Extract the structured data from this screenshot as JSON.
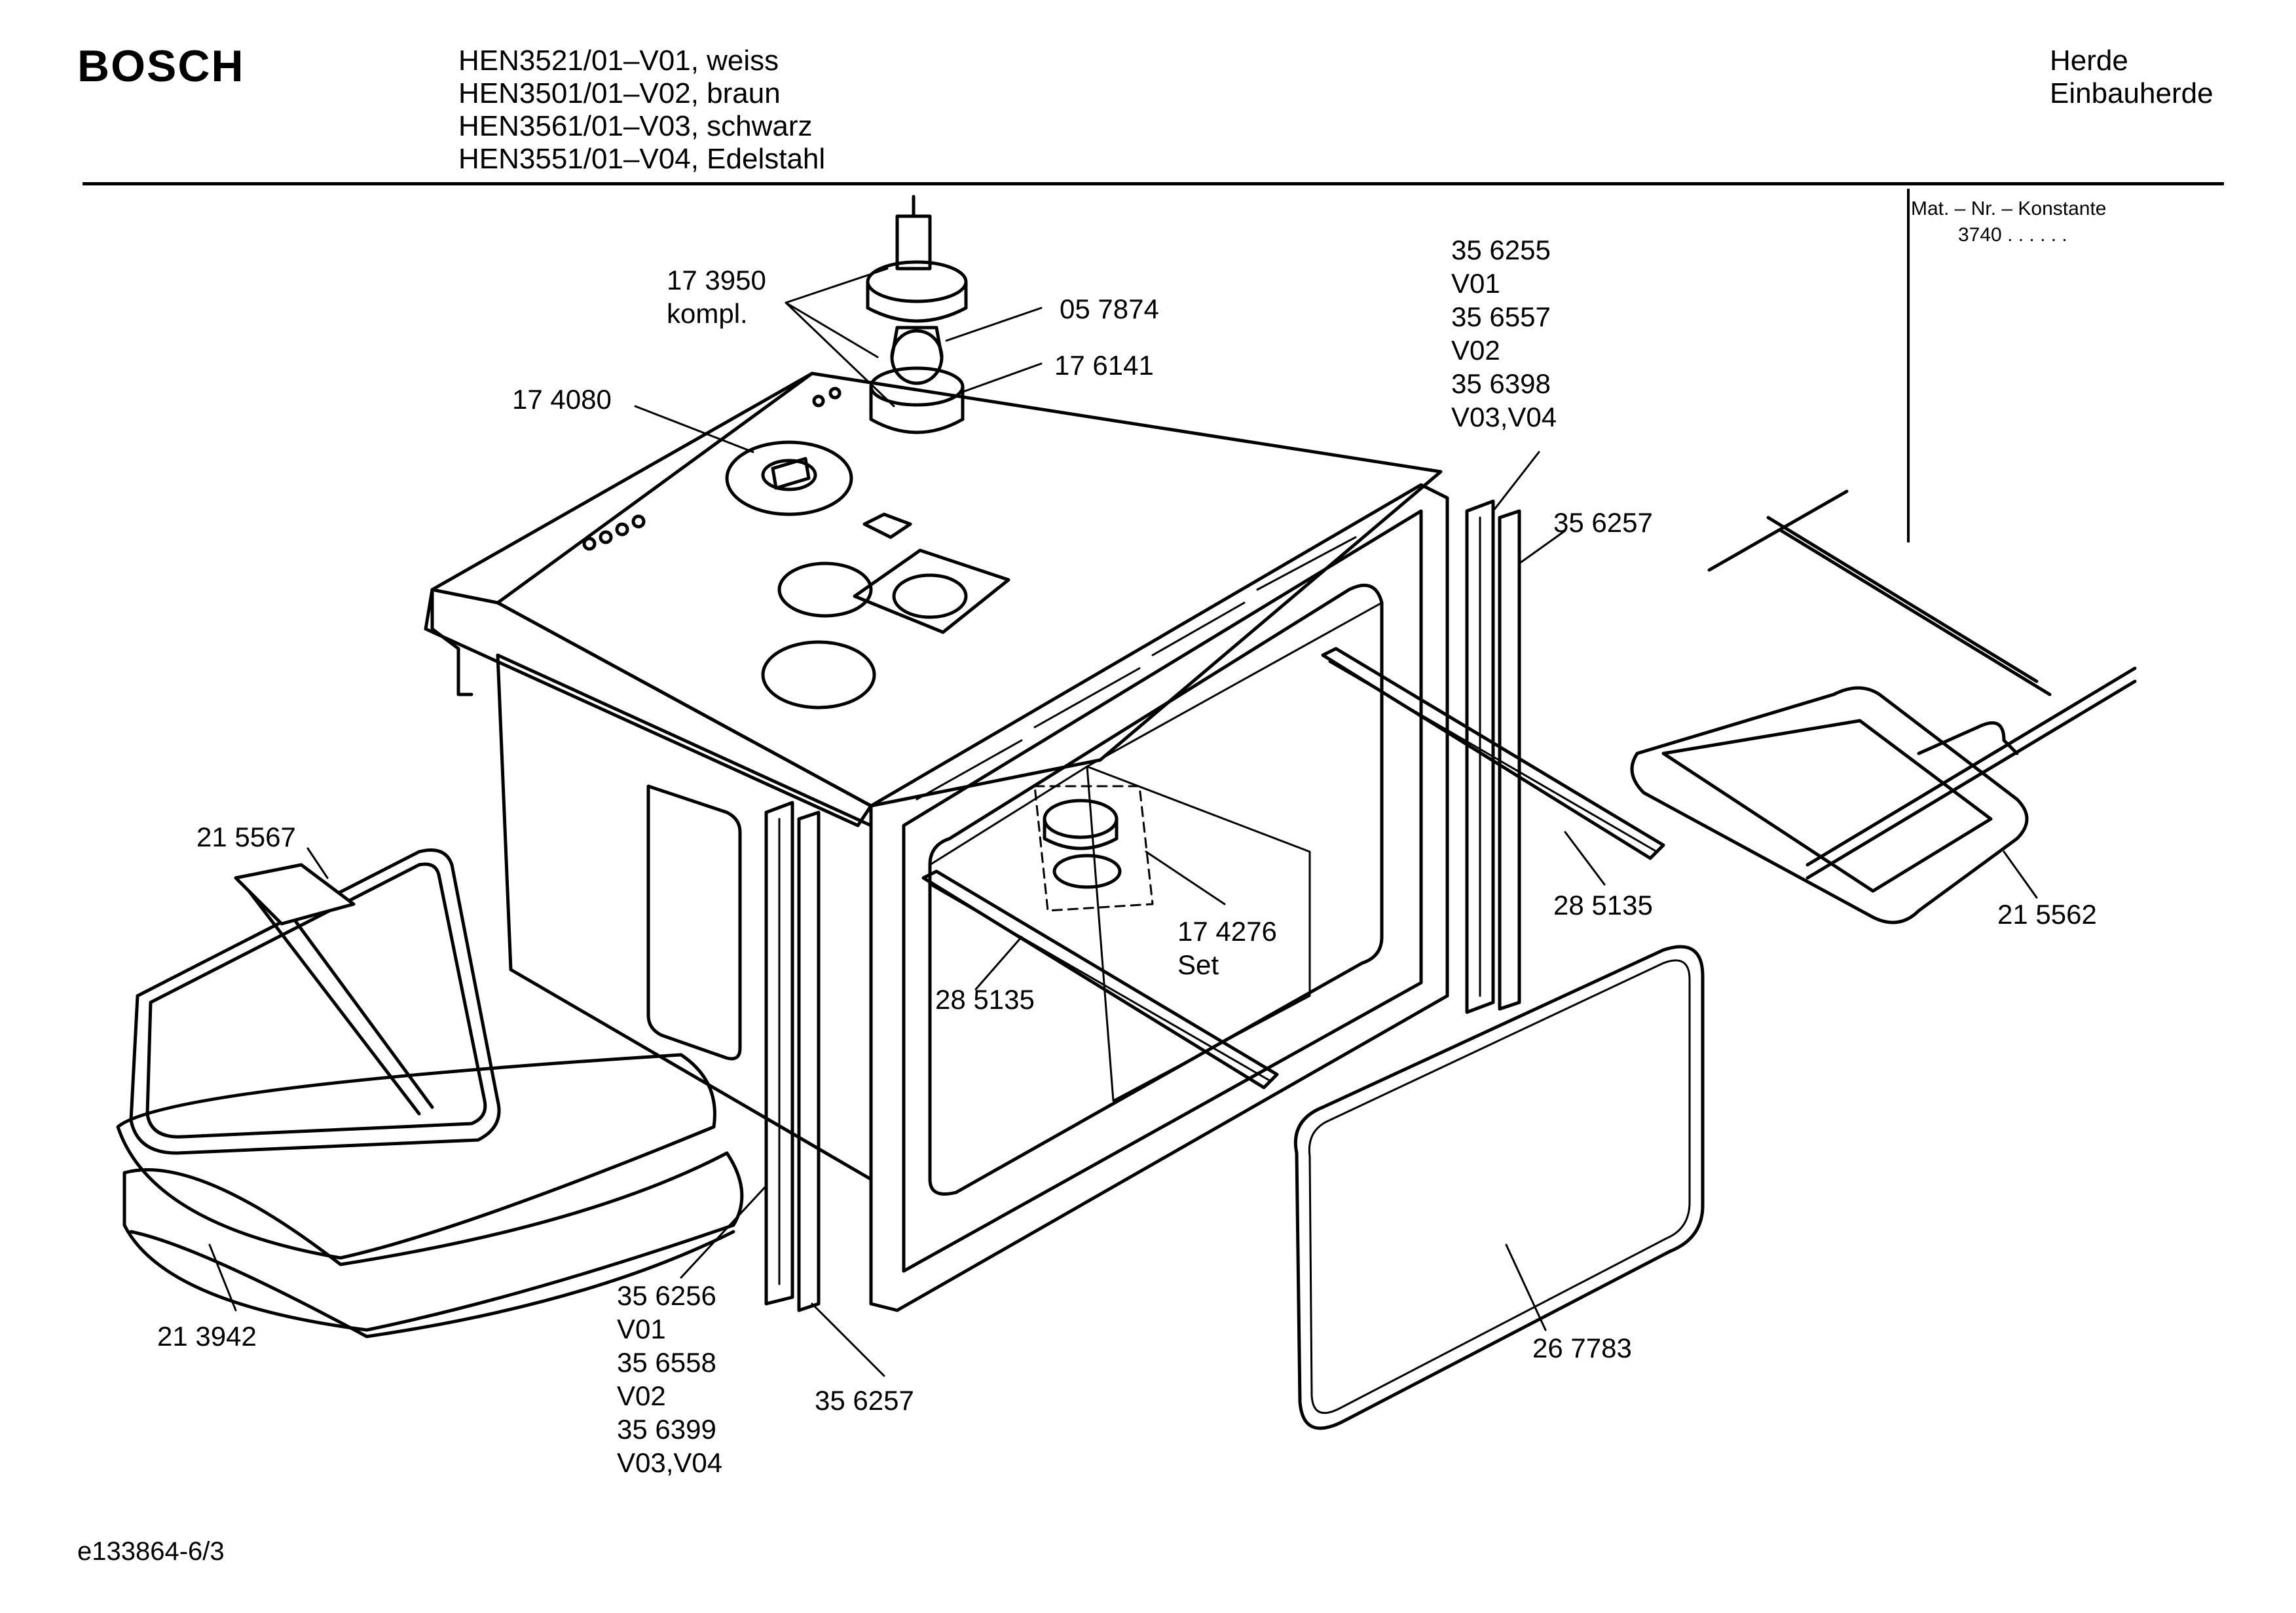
{
  "header": {
    "brand": "BOSCH",
    "models": [
      "HEN3521/01–V01, weiss",
      "HEN3501/01–V02, braun",
      "HEN3561/01–V03, schwarz",
      "HEN3551/01–V04, Edelstahl"
    ],
    "category": [
      "Herde",
      "Einbauherde"
    ]
  },
  "mat_box": {
    "title": "Mat. – Nr. – Konstante",
    "value": "3740  .  .   .  .  .  ."
  },
  "parts": {
    "p173950": [
      "17 3950",
      "kompl."
    ],
    "p057874": "05 7874",
    "p176141": "17 6141",
    "p174080": "17 4080",
    "p356255": [
      "35 6255",
      "V01",
      "35 6557",
      "V02",
      "35 6398",
      "V03,V04"
    ],
    "p356257_top": "35 6257",
    "p215567": "21 5567",
    "p285135_right": "28 5135",
    "p215562": "21 5562",
    "p174276": [
      "17 4276",
      "Set"
    ],
    "p285135_left": "28 5135",
    "p213942": "21 3942",
    "p356256": [
      "35 6256",
      "V01",
      "35 6558",
      "V02",
      "35 6399",
      "V03,V04"
    ],
    "p356257_bottom": "35 6257",
    "p267783": "26 7783"
  },
  "footer": "e133864-6/3"
}
